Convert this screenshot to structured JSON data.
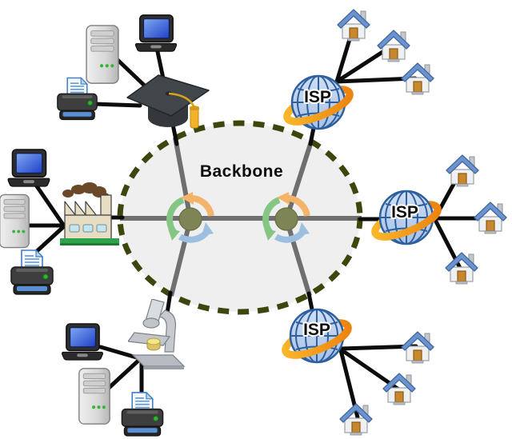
{
  "backbone": {
    "label": "Backbone"
  },
  "isp_top": {
    "label": "ISP"
  },
  "isp_right": {
    "label": "ISP"
  },
  "isp_bottom": {
    "label": "ISP"
  },
  "clusters": {
    "campus": {
      "hub_icon": "graduation-cap",
      "devices": [
        "server",
        "laptop",
        "printer"
      ]
    },
    "factory": {
      "hub_icon": "factory",
      "devices": [
        "laptop",
        "server",
        "printer"
      ]
    },
    "lab": {
      "hub_icon": "microscope",
      "devices": [
        "laptop",
        "server",
        "printer"
      ]
    },
    "isp_top": {
      "hub_icon": "isp-globe",
      "homes": 3
    },
    "isp_right": {
      "hub_icon": "isp-globe",
      "homes": 3
    },
    "isp_bottom": {
      "hub_icon": "isp-globe",
      "homes": 3
    }
  },
  "router_nodes": 2,
  "colors": {
    "backbone_fill": "#efefef",
    "backbone_border": "#3c470e",
    "line_inside": "#6f6f6f",
    "line_outside": "#0c0c0c",
    "router_node": "#7e8455",
    "arrow_green": "#85c685",
    "arrow_orange": "#f3b469",
    "arrow_blue": "#9cbfdf",
    "isp_ring": "#f59d1e",
    "globe_fill": "#bcd2ee",
    "globe_lines": "#2e5f9e",
    "house_roof": "#6a93cf",
    "house_door": "#c8872e",
    "screen_blue": "#2f52d8",
    "led_green": "#37b537",
    "tassel_gold": "#f2b32b",
    "factory_wall": "#e7ddc4",
    "grass_green": "#2fa24c",
    "smoke_brown": "#6a4828"
  }
}
